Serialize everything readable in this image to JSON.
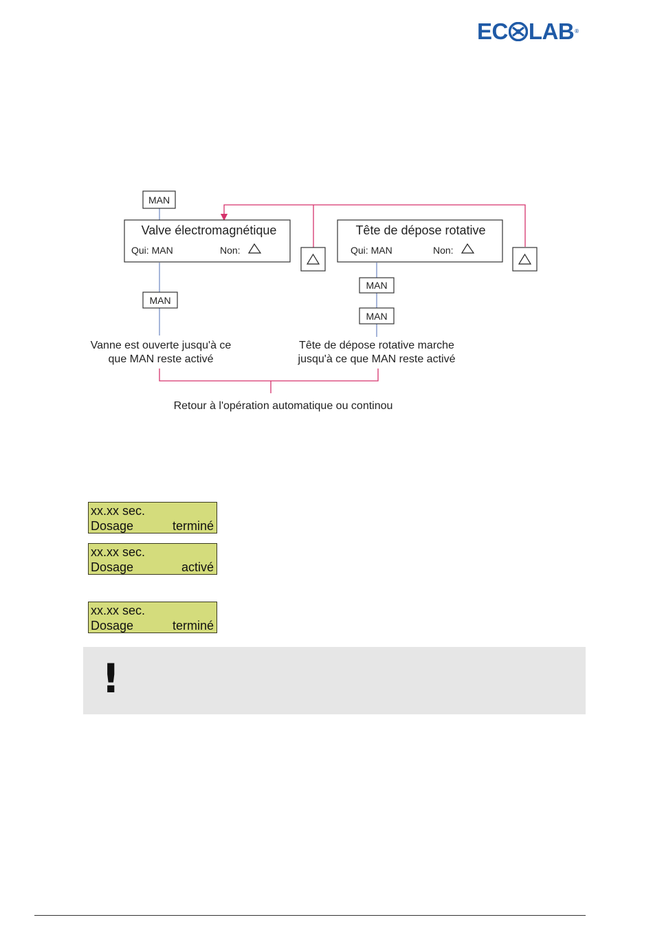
{
  "brand": {
    "name_left": "EC",
    "name_right": "LAB",
    "color": "#1f5aa6",
    "registered": "®"
  },
  "diagram": {
    "man_top": "MAN",
    "valve": {
      "title": "Valve électromagnétique",
      "qui": "Qui:  MAN",
      "non": "Non:"
    },
    "rotary": {
      "title": "Tête de dépose rotative",
      "qui": "Qui: MAN",
      "non": "Non:"
    },
    "man_valve": "MAN",
    "man_rotary_1": "MAN",
    "man_rotary_2": "MAN",
    "valve_note": [
      "Vanne est ouverte jusqu'à ce",
      "que MAN reste activé"
    ],
    "rotary_note": [
      "Tête de dépose rotative marche",
      "jusqu'à ce que MAN reste activé"
    ],
    "return_text": "Retour à l'opération automatique ou continou",
    "line_color": "#d6336c"
  },
  "lcd_screens": [
    {
      "line1": "xx.xx sec.",
      "left": "Dosage",
      "right": "terminé"
    },
    {
      "line1": "xx.xx sec.",
      "left": "Dosage",
      "right": "activé"
    },
    {
      "line1": "xx.xx sec.",
      "left": "Dosage",
      "right": "terminé"
    }
  ],
  "notice": {
    "icon": "exclamation-icon",
    "symbol": "!"
  }
}
